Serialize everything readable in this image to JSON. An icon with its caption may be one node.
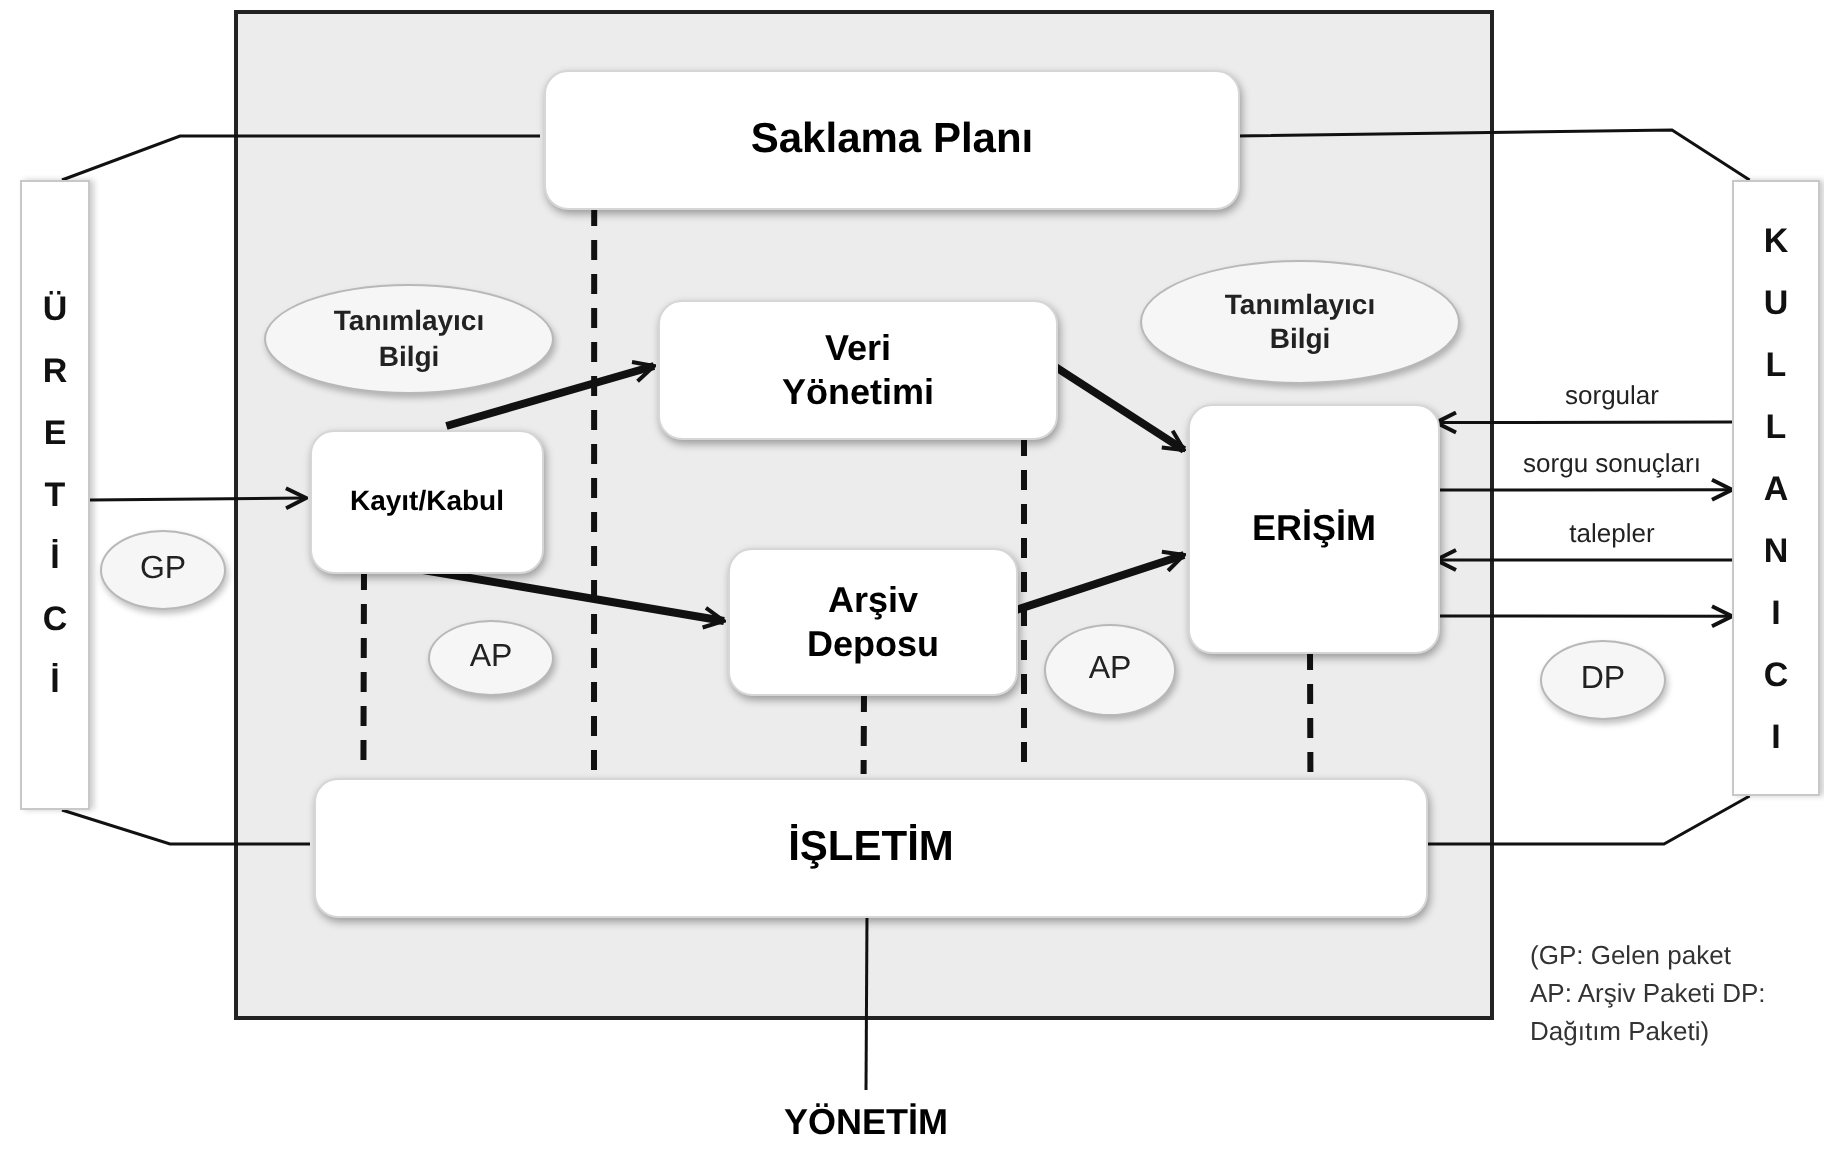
{
  "diagram": {
    "nodes": [
      {
        "text": [],
        "shape": "box"
      },
      {
        "text": [
          "Saklama Planı"
        ],
        "in": 0
      },
      {
        "text": [
          "ÜRETİCİ"
        ]
      },
      {
        "text": [
          "KULLANICI"
        ]
      },
      {
        "text": [
          "Tanımlayıcı Bilgi"
        ],
        "in": 0
      },
      {
        "text": [
          "Veri Yönetimi"
        ],
        "in": 0
      },
      {
        "text": [
          "Tanımlayıcı Bilgi"
        ],
        "in": 0
      },
      {
        "text": [
          "Kayıt/Kabul"
        ],
        "in": 0
      },
      {
        "text": [
          "ERİŞİM"
        ],
        "in": 0
      },
      {
        "text": [
          "GP"
        ]
      },
      {
        "text": [
          "Arşiv Deposu"
        ],
        "in": 0
      },
      {
        "text": [
          "AP"
        ],
        "in": 0
      },
      {
        "text": [
          "AP"
        ],
        "in": 0
      },
      {
        "text": [
          "DP"
        ]
      },
      {
        "text": [
          "İŞLETİM"
        ],
        "in": 0
      },
      {
        "text": [
          "YÖNETİM"
        ]
      }
    ],
    "edges": [
      {
        "from": 1,
        "to": 2,
        "arrow": "none"
      },
      {
        "from": 1,
        "to": 3,
        "arrow": "none"
      },
      {
        "from": 14,
        "to": 2,
        "arrow": "none"
      },
      {
        "from": 14,
        "to": 3,
        "arrow": "none"
      },
      {
        "from": 14,
        "to": 15,
        "arrow": "none"
      },
      {
        "from": 2,
        "to": 7,
        "arrow": "to"
      },
      {
        "from": 7,
        "to": 5,
        "arrow": "to",
        "style": "thick"
      },
      {
        "from": 7,
        "to": 10,
        "arrow": "to",
        "style": "thick"
      },
      {
        "from": 5,
        "to": 8,
        "arrow": "to",
        "style": "thick"
      },
      {
        "from": 10,
        "to": 8,
        "arrow": "to",
        "style": "thick"
      },
      {
        "from": 3,
        "to": 8,
        "arrow": "to",
        "label": "sorgular"
      },
      {
        "from": 8,
        "to": 3,
        "arrow": "to",
        "label": "sorgu sonuçları"
      },
      {
        "from": 3,
        "to": 8,
        "arrow": "to",
        "label": "talepler"
      },
      {
        "from": 8,
        "to": 3,
        "arrow": "to"
      },
      {
        "from": 1,
        "to": 14,
        "arrow": "none",
        "style": "dashed"
      },
      {
        "from": 7,
        "to": 14,
        "arrow": "none",
        "style": "dashed"
      },
      {
        "from": 5,
        "to": 14,
        "arrow": "none",
        "style": "dashed"
      },
      {
        "from": 10,
        "to": 14,
        "arrow": "none",
        "style": "dashed"
      },
      {
        "from": 8,
        "to": 14,
        "arrow": "none",
        "style": "dashed"
      }
    ],
    "labels": [
      "(GP: Gelen paket AP: Arşiv Paketi DP: Dağıtım Paketi)"
    ]
  }
}
